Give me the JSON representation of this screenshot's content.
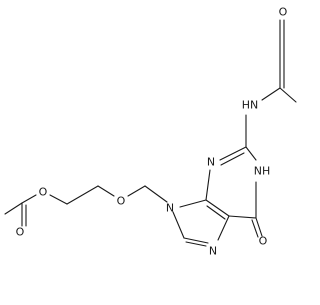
{
  "molecule": {
    "atoms": [
      {
        "id": "o_acetyl_carbonyl",
        "label": "O"
      },
      {
        "id": "o_ester",
        "label": "O"
      },
      {
        "id": "o_ether",
        "label": "O"
      },
      {
        "id": "n9",
        "label": "N"
      },
      {
        "id": "n7",
        "label": "N"
      },
      {
        "id": "n3",
        "label": "N"
      },
      {
        "id": "n1h",
        "label": "NH"
      },
      {
        "id": "o6",
        "label": "O"
      },
      {
        "id": "n_amide",
        "label": "HN"
      },
      {
        "id": "o_amide",
        "label": "O"
      }
    ]
  }
}
